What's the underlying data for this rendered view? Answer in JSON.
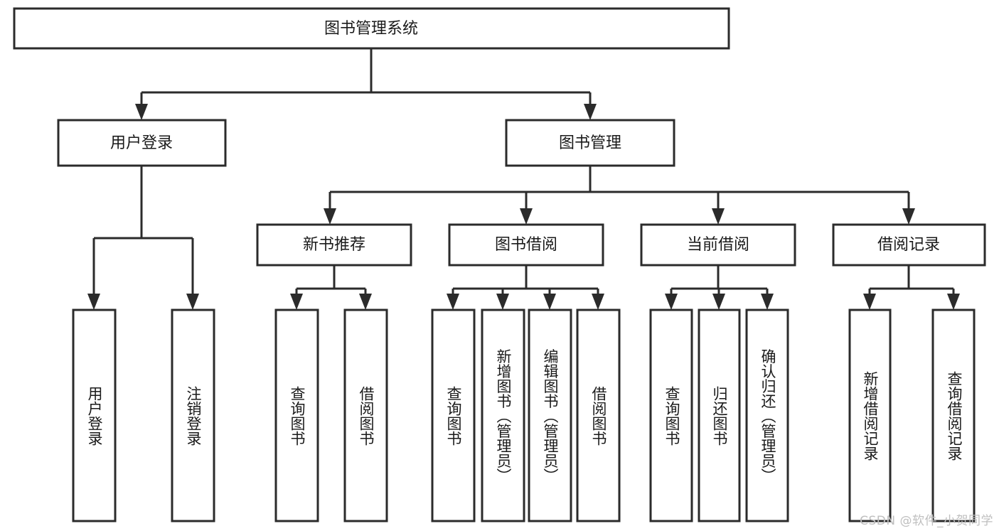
{
  "diagram": {
    "type": "tree-hierarchy-chart",
    "title": "图书管理系统",
    "orientation": "top-down",
    "colors": {
      "box_stroke": "#2b2b2b",
      "box_fill": "#ffffff",
      "connector": "#2b2b2b",
      "text": "#1a1a1a",
      "background": "#ffffff",
      "watermark": "#bfbfbf"
    },
    "root": {
      "id": "root",
      "label": "图书管理系统"
    },
    "level2": [
      {
        "id": "user-login",
        "label": "用户登录"
      },
      {
        "id": "book-manage",
        "label": "图书管理"
      }
    ],
    "level3": [
      {
        "id": "new-book-recommend",
        "label": "新书推荐",
        "parent": "book-manage"
      },
      {
        "id": "book-borrow",
        "label": "图书借阅",
        "parent": "book-manage"
      },
      {
        "id": "current-borrow",
        "label": "当前借阅",
        "parent": "book-manage"
      },
      {
        "id": "borrow-record",
        "label": "借阅记录",
        "parent": "book-manage"
      }
    ],
    "leaves": [
      {
        "id": "leaf-user-login",
        "label": "用户登录",
        "parent": "user-login"
      },
      {
        "id": "leaf-logout-login",
        "label": "注销登录",
        "parent": "user-login"
      },
      {
        "id": "leaf-query-book-1",
        "label": "查询图书",
        "parent": "new-book-recommend"
      },
      {
        "id": "leaf-borrow-book-1",
        "label": "借阅图书",
        "parent": "new-book-recommend"
      },
      {
        "id": "leaf-query-book-2",
        "label": "查询图书",
        "parent": "book-borrow"
      },
      {
        "id": "leaf-add-book",
        "label": "新增图书（管理员）",
        "parent": "book-borrow"
      },
      {
        "id": "leaf-edit-book",
        "label": "编辑图书（管理员）",
        "parent": "book-borrow"
      },
      {
        "id": "leaf-borrow-book-2",
        "label": "借阅图书",
        "parent": "book-borrow"
      },
      {
        "id": "leaf-query-book-3",
        "label": "查询图书",
        "parent": "current-borrow"
      },
      {
        "id": "leaf-return-book",
        "label": "归还图书",
        "parent": "current-borrow"
      },
      {
        "id": "leaf-confirm-return",
        "label": "确认归还（管理员）",
        "parent": "current-borrow"
      },
      {
        "id": "leaf-add-record",
        "label": "新增借阅记录",
        "parent": "borrow-record"
      },
      {
        "id": "leaf-query-record",
        "label": "查询借阅记录",
        "parent": "borrow-record"
      }
    ],
    "watermark": "CSDN @软件_小贺同学"
  }
}
